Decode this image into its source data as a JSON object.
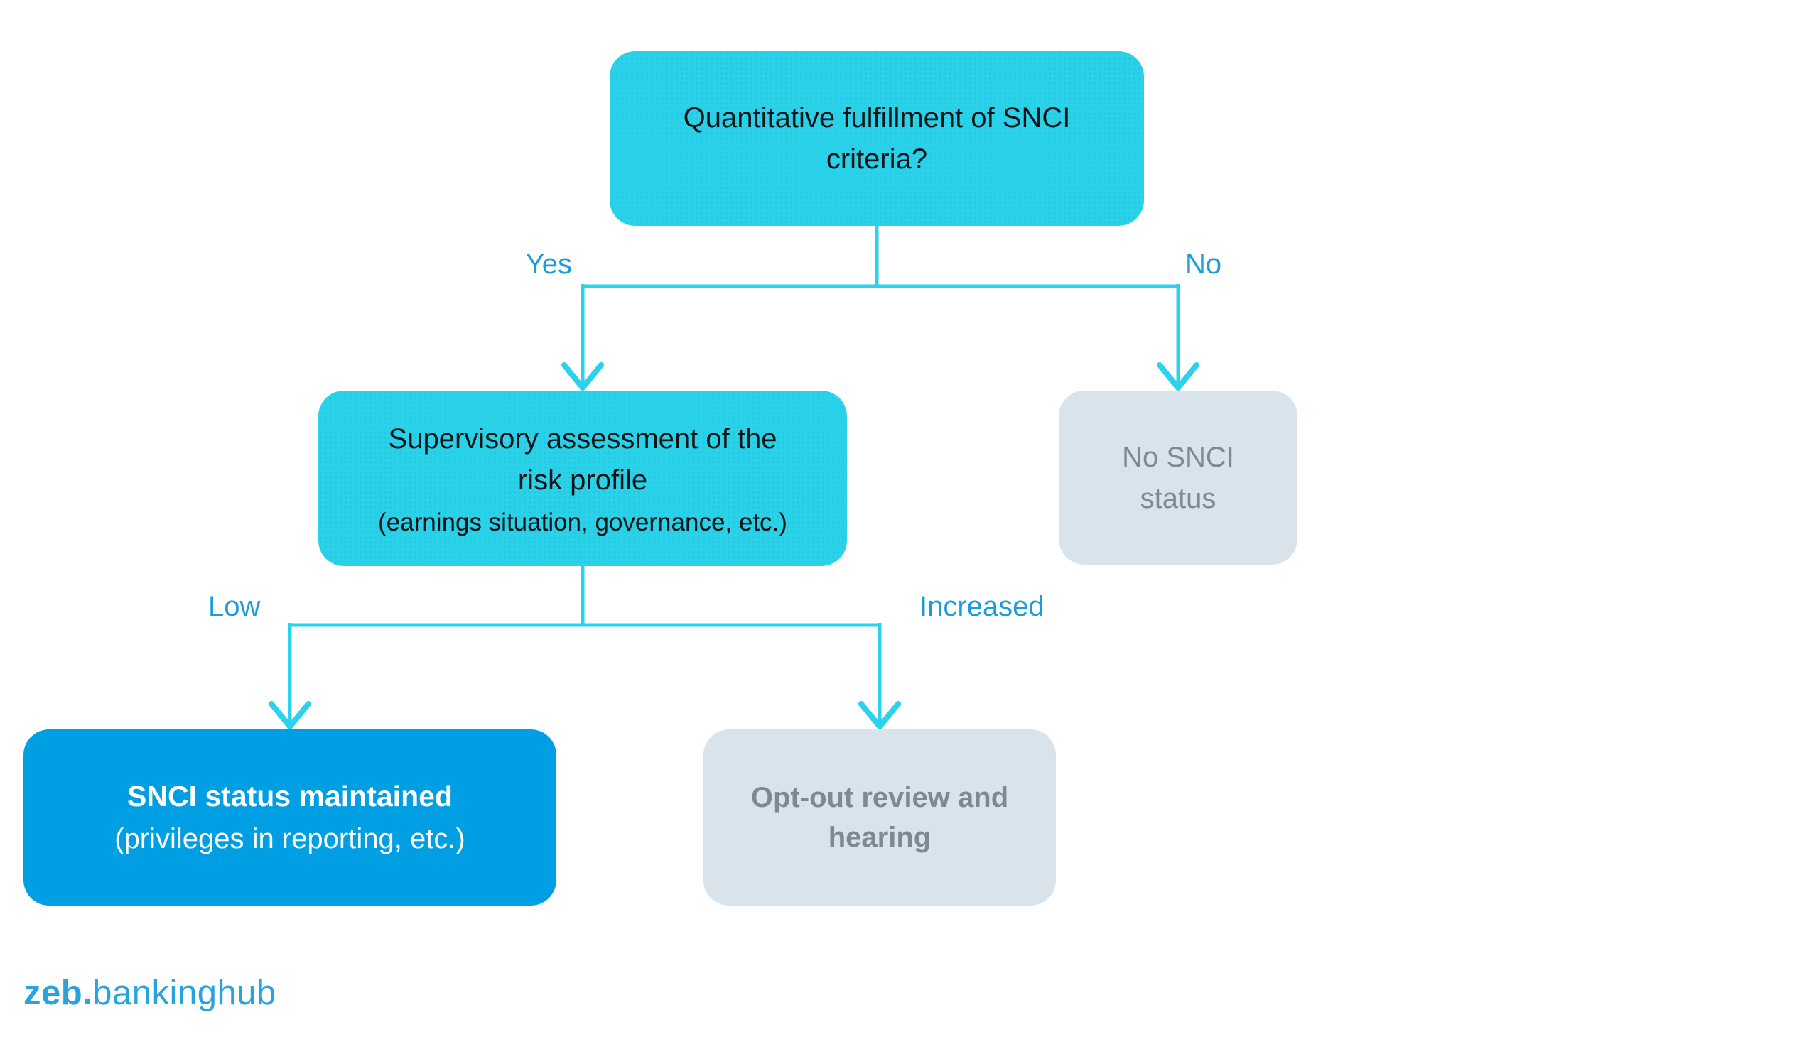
{
  "colors": {
    "cyan": "#29D1E9",
    "cyan-line": "#2BD2EE",
    "azure": "#009FE3",
    "gray-box": "#D8E3EB",
    "gray-text": "#7D8A92",
    "label-blue": "#1E9BD9",
    "node-text": "#0E1416",
    "logo-blue": "#29A3DF"
  },
  "nodes": {
    "question": {
      "line1": "Quantitative fulfillment of SNCI",
      "line2": "criteria?"
    },
    "supervisory": {
      "line1": "Supervisory assessment of the",
      "line2": "risk profile",
      "line3": "(earnings situation, governance, etc.)"
    },
    "no_snci": {
      "line1": "No SNCI",
      "line2": "status"
    },
    "maintained": {
      "line1": "SNCI status maintained",
      "line2": "(privileges in reporting, etc.)"
    },
    "opt_out": {
      "line1": "Opt-out review and",
      "line2": "hearing"
    }
  },
  "edge_labels": {
    "yes": "Yes",
    "no": "No",
    "low": "Low",
    "increased": "Increased"
  },
  "logo": {
    "prefix": "zeb.",
    "suffix": "bankinghub"
  }
}
